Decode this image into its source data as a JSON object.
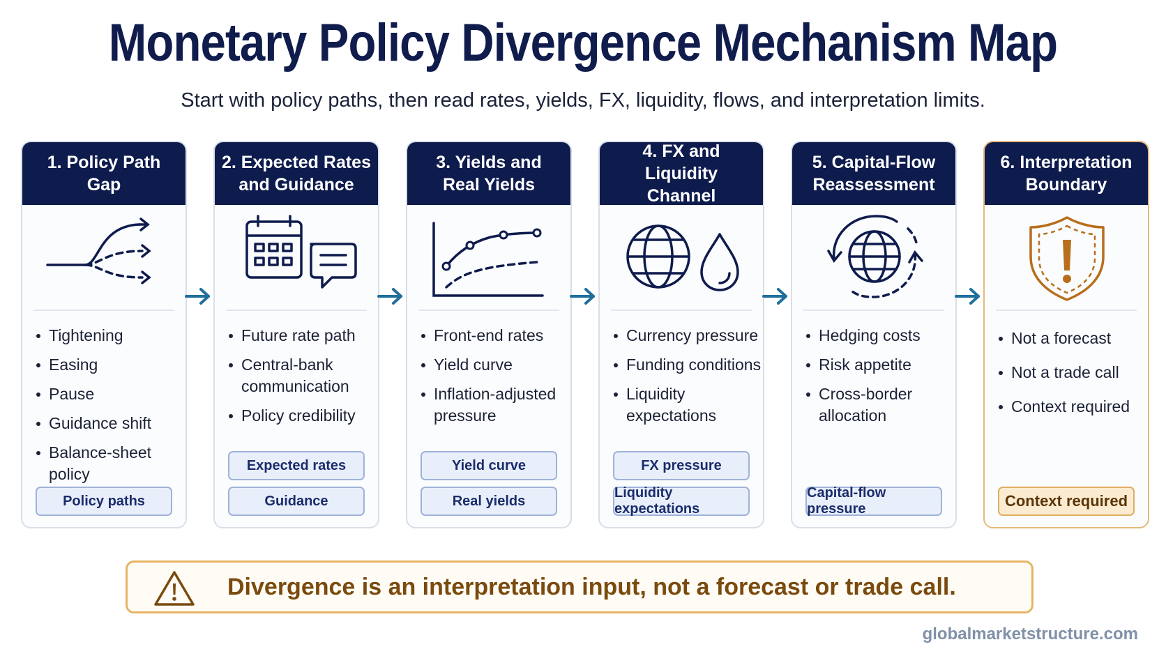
{
  "title": "Monetary Policy Divergence Mechanism Map",
  "subtitle": "Start with policy paths, then read rates, yields, FX, liquidity, flows, and interpretation limits.",
  "colors": {
    "navy": "#0e1b4d",
    "arrow": "#1f6e9c",
    "amber": "#b86e1c",
    "tag_bg": "#e9effa"
  },
  "cards": [
    {
      "heading": "1. Policy Path Gap",
      "icon": "branching-paths-icon",
      "items": [
        "Tightening",
        "Easing",
        "Pause",
        "Guidance shift",
        "Balance-sheet policy"
      ],
      "tags": [
        "Policy paths"
      ]
    },
    {
      "heading": "2. Expected Rates\nand Guidance",
      "icon": "calendar-speech-icon",
      "items": [
        "Future rate path",
        "Central-bank\ncommunication",
        "Policy credibility"
      ],
      "tags": [
        "Expected rates",
        "Guidance"
      ]
    },
    {
      "heading": "3. Yields and\nReal Yields",
      "icon": "yield-curve-chart-icon",
      "items": [
        "Front-end rates",
        "Yield curve",
        "Inflation-adjusted\npressure"
      ],
      "tags": [
        "Yield curve",
        "Real yields"
      ]
    },
    {
      "heading": "4. FX and Liquidity\nChannel",
      "icon": "globe-droplet-icon",
      "items": [
        "Currency pressure",
        "Funding conditions",
        "Liquidity\nexpectations"
      ],
      "tags": [
        "FX pressure",
        "Liquidity expectations"
      ]
    },
    {
      "heading": "5. Capital-Flow\nReassessment",
      "icon": "globe-cycle-icon",
      "items": [
        "Hedging costs",
        "Risk appetite",
        "Cross-border\nallocation"
      ],
      "tags": [
        "Capital-flow pressure"
      ]
    },
    {
      "heading": "6. Interpretation\nBoundary",
      "icon": "shield-warning-icon",
      "items": [
        "Not a forecast",
        "Not a trade call",
        "Context required"
      ],
      "tags": [
        "Context required"
      ]
    }
  ],
  "banner": {
    "icon": "warning-triangle-icon",
    "text": "Divergence is an interpretation input, not a forecast or trade call."
  },
  "footer": "globalmarketstructure.com"
}
